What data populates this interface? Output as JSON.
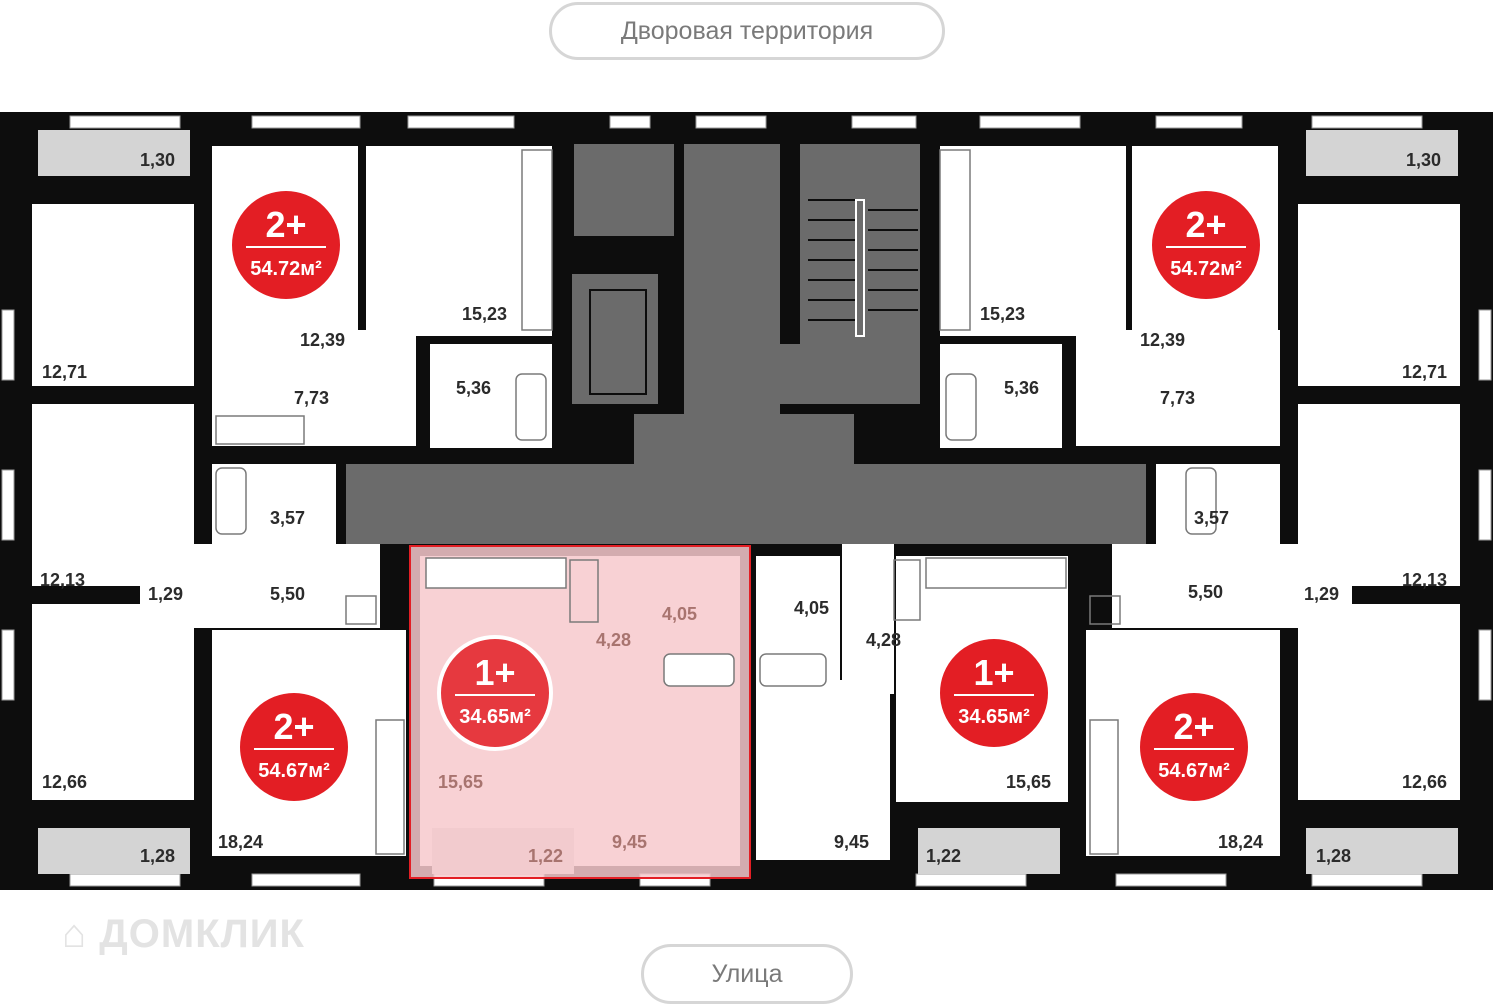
{
  "labels": {
    "courtyard": "Дворовая территория",
    "street": "Улица"
  },
  "watermark": "ДОМКЛИК",
  "apartments": [
    {
      "type": "2+",
      "area": "54.72м²"
    },
    {
      "type": "2+",
      "area": "54.72м²"
    },
    {
      "type": "2+",
      "area": "54.67м²"
    },
    {
      "type": "1+",
      "area": "34.65м²",
      "selected": true
    },
    {
      "type": "1+",
      "area": "34.65м²"
    },
    {
      "type": "2+",
      "area": "54.67м²"
    }
  ],
  "rooms": {
    "tl_balcony": "1,30",
    "tl_bed1": "12,71",
    "tl_bed2": "12,39",
    "tl_hall": "7,73",
    "tl_kitchen": "15,23",
    "tl_bath": "5,36",
    "ml_bed": "12,13",
    "ml_wc": "3,57",
    "ml_corr1": "1,29",
    "ml_corr2": "5,50",
    "bl_bed": "12,66",
    "bl_balcony": "1,28",
    "bl_kitchen": "18,24",
    "s_kitchen": "15,65",
    "s_hall": "4,28",
    "s_bath": "4,05",
    "s_balcony": "1,22",
    "s_room": "9,45",
    "c_bath": "4,05",
    "c_hall": "4,28",
    "c_room": "9,45",
    "c_kitchen": "15,65",
    "c_balcony": "1,22",
    "tr_balcony": "1,30",
    "tr_kitchen": "15,23",
    "tr_bed2": "12,39",
    "tr_bath": "5,36",
    "tr_hall": "7,73",
    "tr_bed1": "12,71",
    "mr_wc": "3,57",
    "mr_corr2": "5,50",
    "mr_corr1": "1,29",
    "mr_bed": "12,13",
    "br_bed": "12,66",
    "br_kitchen": "18,24",
    "br_balcony": "1,28"
  },
  "colors": {
    "wall": "#0d0d0d",
    "core": "#6b6b6b",
    "badge": "#e31e24",
    "selection": "#f7c9cc"
  }
}
